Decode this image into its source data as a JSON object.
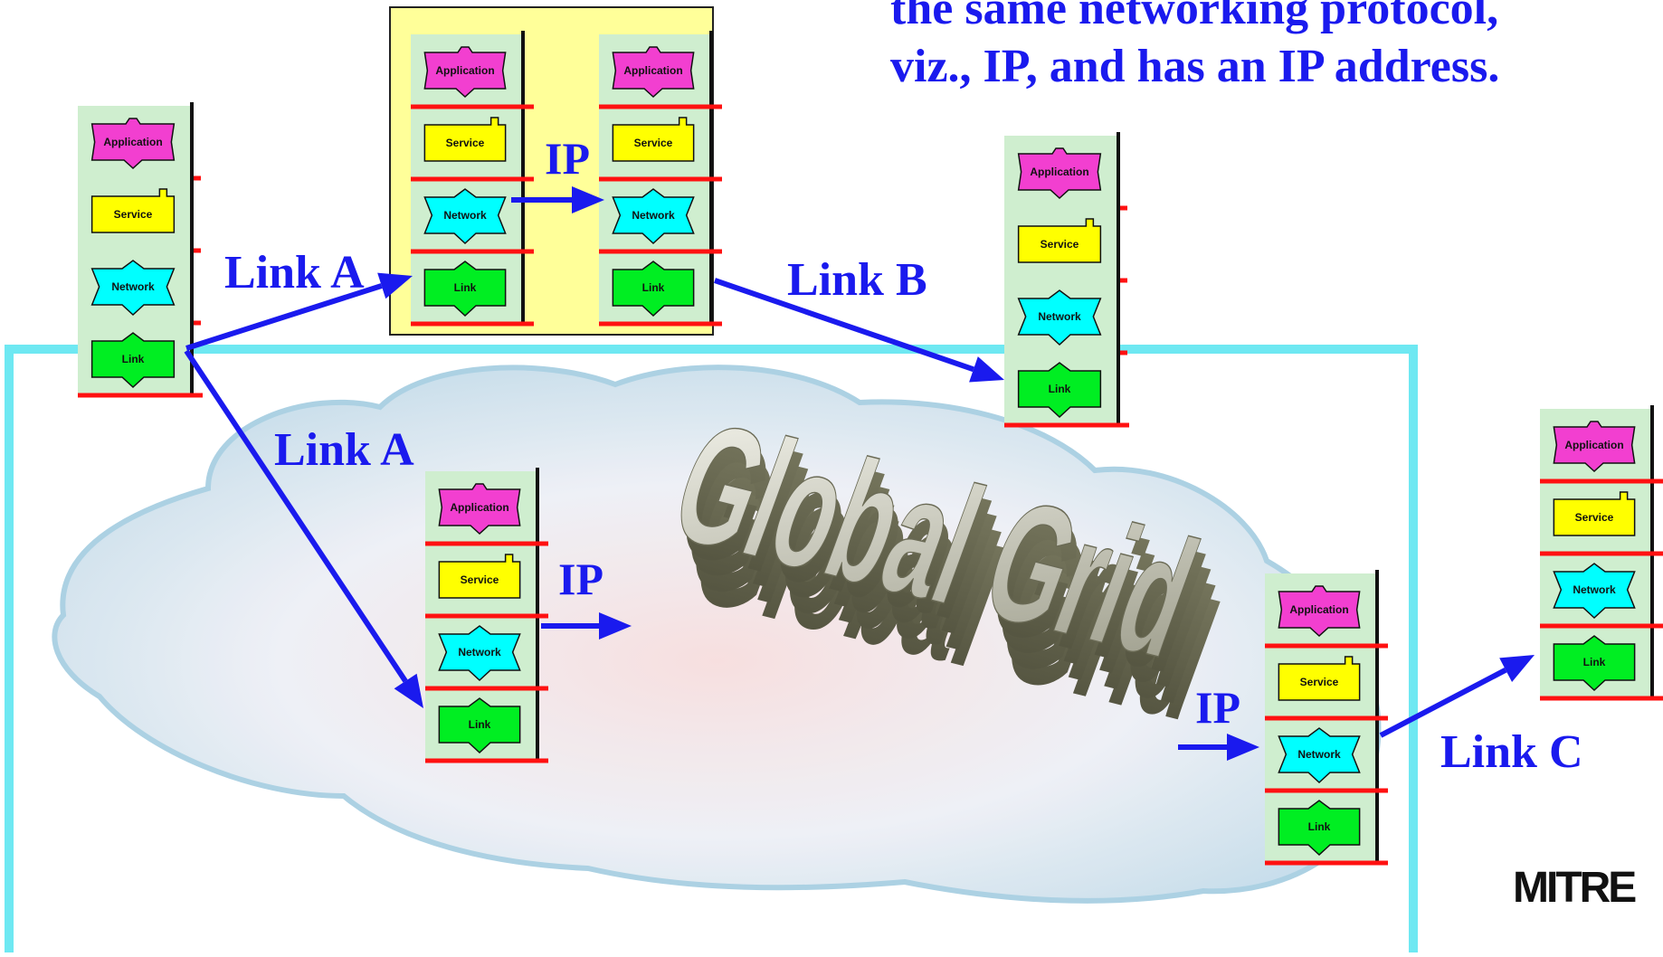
{
  "heading": {
    "line1": "the same networking protocol,",
    "line2": "viz., IP, and has an IP address."
  },
  "layers": {
    "application": "Application",
    "service": "Service",
    "network": "Network",
    "link": "Link"
  },
  "links": {
    "link_a_top": "Link A",
    "link_a_bottom": "Link A",
    "link_b": "Link B",
    "link_c": "Link C"
  },
  "ip_labels": {
    "router": "IP",
    "grid_in": "IP",
    "grid_out": "IP"
  },
  "cloud_title": "Global Grid",
  "logo": "MITRE",
  "colors": {
    "application": "#f23fd0",
    "service": "#ffff00",
    "network": "#00ffff",
    "link": "#00ee22",
    "stack_bg": "#cfeecf",
    "separator": "#ff1111",
    "arrow": "#1a1aee",
    "router_box": "#ffff99",
    "grid_frame": "#6ee8f2"
  }
}
